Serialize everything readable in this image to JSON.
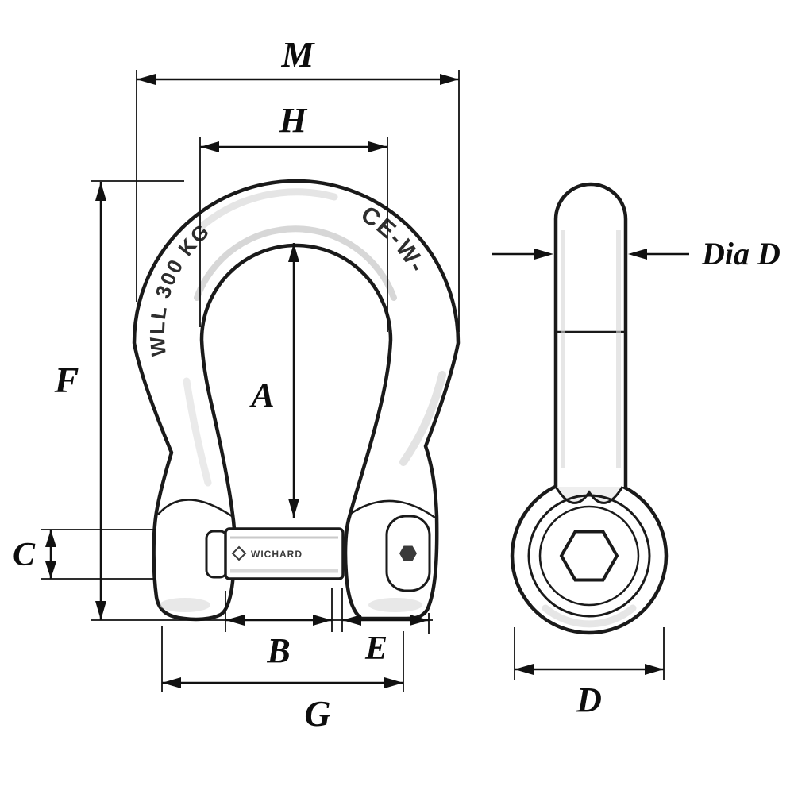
{
  "page": {
    "background": "#ffffff",
    "line_color": "#1a1a1a"
  },
  "engravings": {
    "wll": "WLL 300 KG",
    "ce": "CE-W-",
    "brand": "WICHARD"
  },
  "dimensions": {
    "M": "M",
    "H": "H",
    "A": "A",
    "F": "F",
    "C": "C",
    "B": "B",
    "E": "E",
    "G": "G",
    "D": "D",
    "diaD": "Dia D"
  }
}
